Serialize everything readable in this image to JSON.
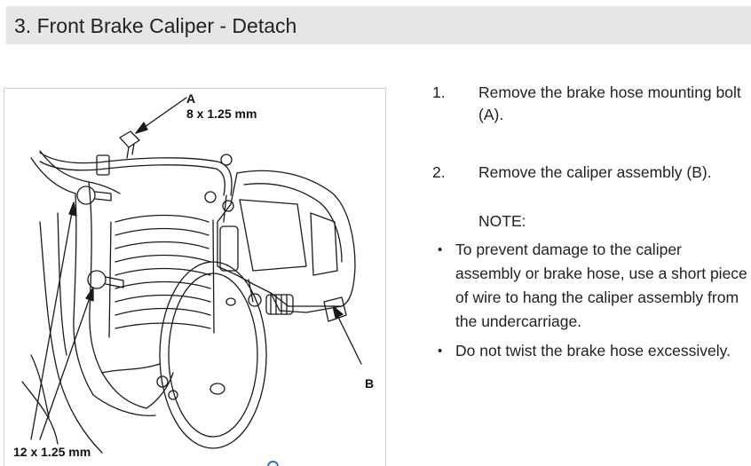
{
  "section": {
    "title": "3. Front Brake Caliper - Detach"
  },
  "figure": {
    "callout_a_letter": "A",
    "callout_a_size": "8 x 1.25 mm",
    "callout_b_letter": "B",
    "callout_bottom_size": "12 x 1.25 mm"
  },
  "steps": [
    {
      "number": "1.",
      "text": "Remove the brake hose mounting bolt (A)."
    },
    {
      "number": "2.",
      "text": "Remove the caliper assembly (B)."
    }
  ],
  "note": {
    "label": "NOTE:",
    "bullets": [
      "To prevent damage to the caliper assembly or brake hose, use a short piece of wire to hang the caliper assembly from the undercarriage.",
      "Do not twist the brake hose excessively."
    ]
  },
  "bullet_glyph": "•",
  "colors": {
    "header_bg": "#e6e6e6",
    "text": "#222222",
    "line_art": "#1a1a1a",
    "icon_blue": "#2a6fd6"
  },
  "icons": {
    "bottom": "circle-outline-icon"
  }
}
